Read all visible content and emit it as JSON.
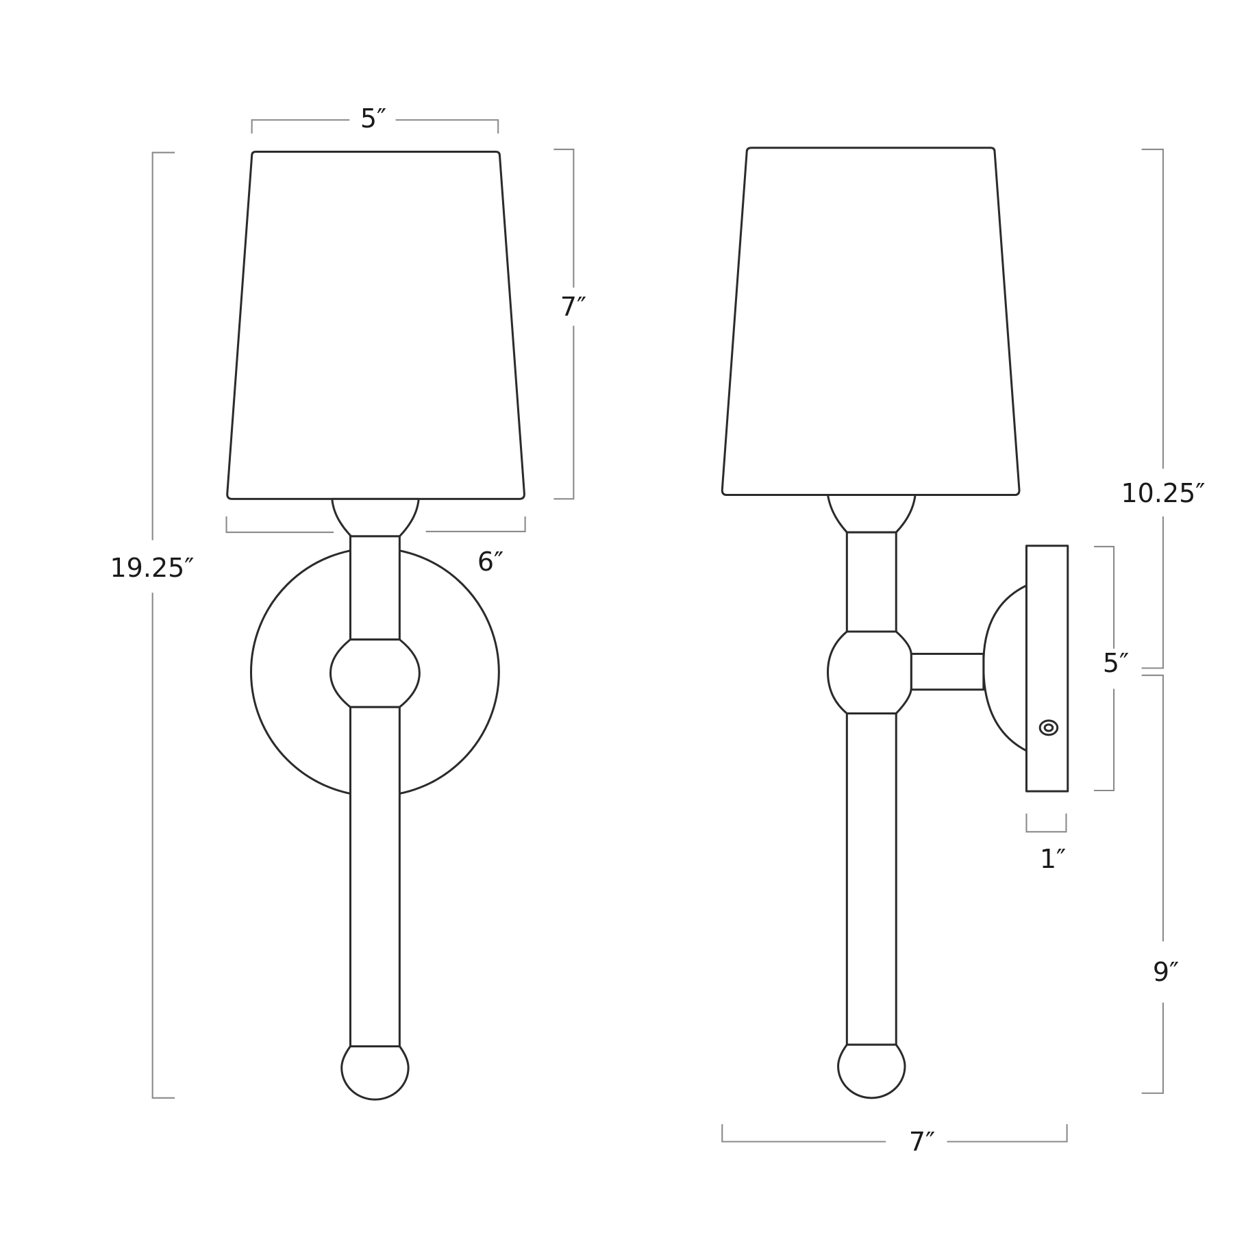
{
  "diagram": {
    "title": "Wall sconce dimension drawing",
    "views": [
      {
        "name": "front-view",
        "description": "Front elevation with round backplate"
      },
      {
        "name": "side-view",
        "description": "Side elevation with arm and rectangular backplate"
      }
    ],
    "colors": {
      "stroke": "#2b2b2b",
      "dimension_line": "#8a8a8a",
      "background": "#ffffff",
      "text": "#1a1a1a"
    }
  },
  "front": {
    "shade_top_width": "5″",
    "shade_height": "7″",
    "shade_bottom_width": "6″",
    "overall_height": "19.25″"
  },
  "side": {
    "top_to_arm_height": "10.25″",
    "backplate_height": "5″",
    "backplate_depth": "1″",
    "arm_to_bottom_height": "9″",
    "overall_extension": "7″"
  }
}
